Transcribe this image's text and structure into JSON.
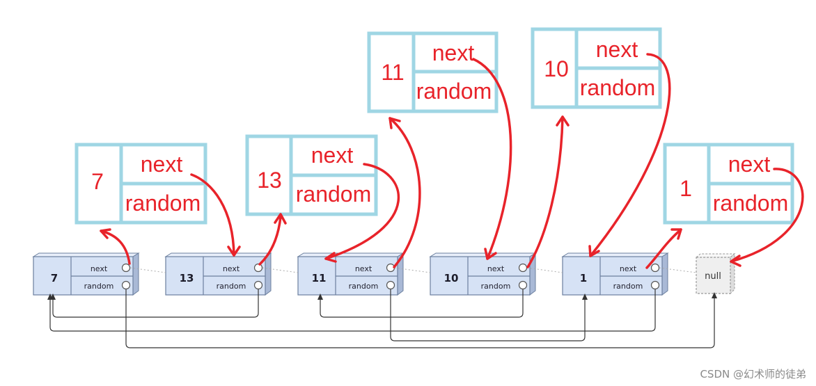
{
  "original_list": {
    "nodes": [
      {
        "value": "7"
      },
      {
        "value": "13"
      },
      {
        "value": "11"
      },
      {
        "value": "10"
      },
      {
        "value": "1"
      }
    ],
    "next_label": "next",
    "random_label": "random",
    "null_label": "null"
  },
  "copied_nodes": [
    {
      "value": "7",
      "next_label": "next",
      "random_label": "random"
    },
    {
      "value": "13",
      "next_label": "next",
      "random_label": "random"
    },
    {
      "value": "11",
      "next_label": "next",
      "random_label": "random"
    },
    {
      "value": "10",
      "next_label": "next",
      "random_label": "random"
    },
    {
      "value": "1",
      "next_label": "next",
      "random_label": "random"
    }
  ],
  "watermark": "CSDN @幻术师的徒弟",
  "colors": {
    "copy_border": "#9fd6e4",
    "annotation_red": "#e8232a",
    "original_node_fill": "#d6e2f5",
    "original_node_border": "#6b7f9e",
    "null_fill": "#efefef",
    "pointer_line": "#333333"
  }
}
